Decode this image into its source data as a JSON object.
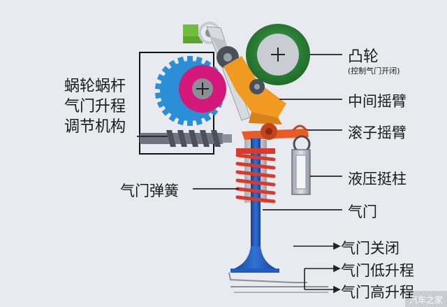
{
  "labels": {
    "worm_mechanism": [
      "蜗轮蜗杆",
      "气门升程",
      "调节机构"
    ],
    "cam": "凸轮",
    "cam_note": "(控制气门开闭)",
    "intermediate_rocker": "中间摇臂",
    "roller_rocker": "滚子摇臂",
    "hydraulic_lifter": "液压挺柱",
    "valve_spring": "气门弹簧",
    "valve": "气门",
    "valve_closed": "气门关闭",
    "valve_low_lift": "气门低升程",
    "valve_high_lift": "气门高升程"
  },
  "watermark": "汽车之家",
  "colors": {
    "background": "#e8eaef",
    "cam_green": "#2f8a3a",
    "gear_blue": "#2a8fd6",
    "gear_magenta": "#d4187a",
    "rocker_orange": "#f19a22",
    "roller_rocker_red": "#ea5a28",
    "spring_red": "#d93a2b",
    "valve_blue": "#1f5fbf",
    "worm_gray": "#6d7480",
    "bracket_green": "#6fbf3a"
  }
}
